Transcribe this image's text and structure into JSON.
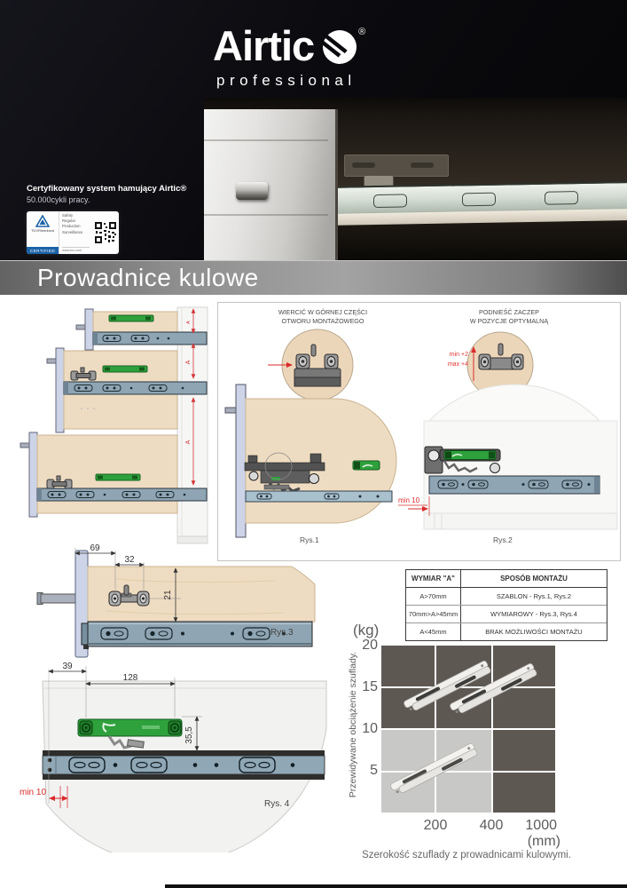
{
  "brand": {
    "name": "Airtic",
    "registered": "®",
    "subtitle": "professional"
  },
  "hero": {
    "cert_title": "Certyfikowany system hamujący Airtic®",
    "cert_sub": "50.000cykli pracy.",
    "tuv": {
      "name": "TÜVRheinland",
      "certified": "CERTIFIED",
      "items": [
        "Safety",
        "Regular",
        "Production",
        "Surveillance"
      ],
      "url": "www.tuv.com"
    }
  },
  "banner": {
    "title": "Prowadnice kulowe"
  },
  "drawings": {
    "dim_a_label": "A",
    "callout_drill": [
      "WIERCIĆ W GÓRNEJ CZĘŚCI",
      "OTWORU MONTAŻOWEGO"
    ],
    "callout_lift": [
      "PODNIEŚĆ ZACZEP",
      "W POZYCJE OPTYMALNĄ"
    ],
    "min_plus_2": "min +2",
    "max_plus_4": "max +4",
    "min_10": "min 10",
    "fig1": "Rys.1",
    "fig2": "Rys.2",
    "fig3": "Rys.3",
    "fig4": "Rys. 4",
    "rys3_dims": {
      "a": "69",
      "b": "32",
      "c": "21"
    },
    "rys4_dims": {
      "a": "39",
      "b": "128",
      "c": "35,5"
    }
  },
  "mount_table": {
    "headers": [
      "WYMIAR \"A\"",
      "SPOSÓB MONTAŻU"
    ],
    "rows": [
      [
        "A>70mm",
        "SZABLON - Rys.1, Rys.2"
      ],
      [
        "70mm>A>45mm",
        "WYMIAROWY - Rys.3, Rys.4"
      ],
      [
        "A<45mm",
        "BRAK MOŻLIWOŚCI MONTAŻU"
      ]
    ]
  },
  "chart_data": {
    "type": "heatmap",
    "y_unit": "(kg)",
    "x_unit": "(mm)",
    "y_ticks": [
      "20",
      "15",
      "10",
      "5"
    ],
    "x_ticks": [
      "200",
      "400",
      "1000"
    ],
    "ylabel": "Przewidywane obciążenie szuflady.",
    "xlabel": "Szerokość szuflady z prowadnicami kulowymi.",
    "x_ranges_mm": [
      [
        0,
        200
      ],
      [
        200,
        400
      ],
      [
        400,
        1000
      ]
    ],
    "y_ranges_kg": [
      [
        15,
        20
      ],
      [
        10,
        15
      ],
      [
        5,
        10
      ],
      [
        0,
        5
      ]
    ],
    "cells": [
      [
        "dark",
        "dark",
        "dark"
      ],
      [
        "dark",
        "dark",
        "dark"
      ],
      [
        "light",
        "light",
        "dark"
      ],
      [
        "light",
        "light",
        "dark"
      ]
    ],
    "colors": {
      "dark": "#5e5853",
      "light": "#c8c8c6"
    }
  }
}
